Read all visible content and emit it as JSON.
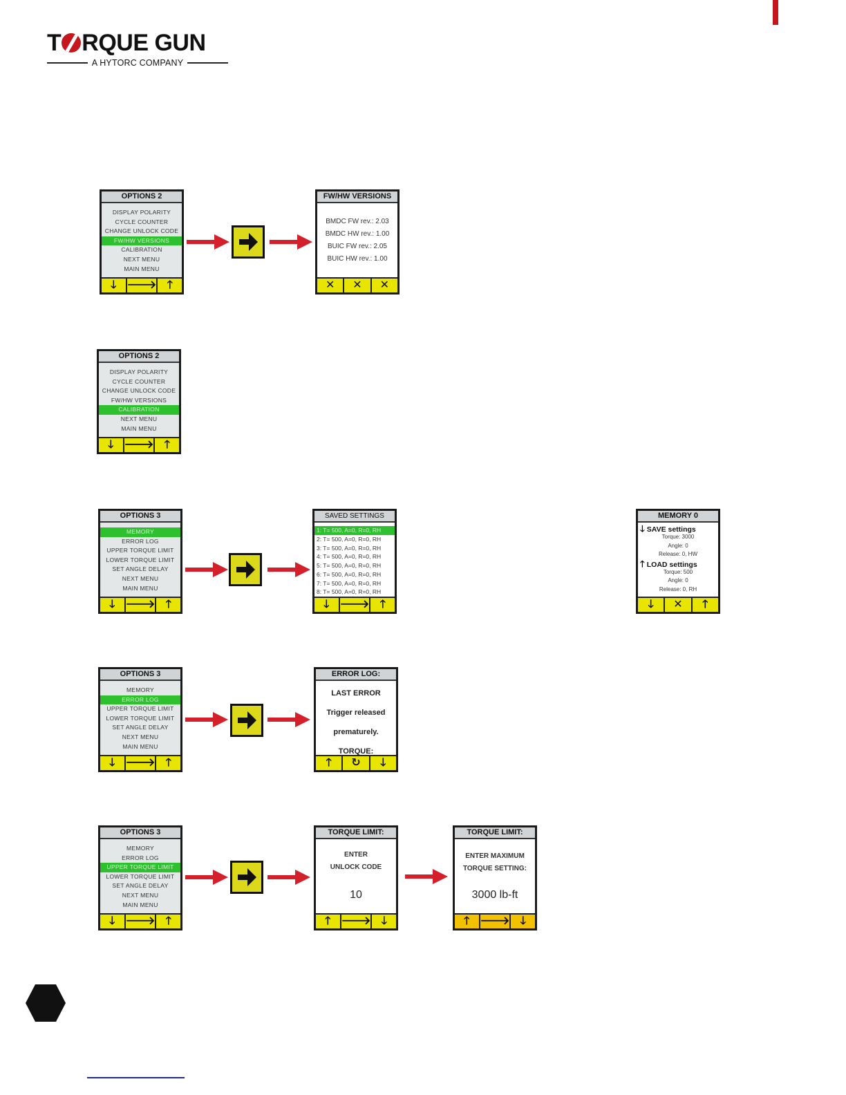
{
  "logo": {
    "word1_a": "T",
    "word1_b": "RQUE",
    "word2": "GUN",
    "tagline": "A HYTORC COMPANY"
  },
  "keys": {
    "down": "🡓",
    "right": "🡒",
    "up": "🡑",
    "x": "✕",
    "cycle": "↻"
  },
  "row1": {
    "left": {
      "title": "OPTIONS 2",
      "items": [
        "DISPLAY POLARITY",
        "CYCLE COUNTER",
        "CHANGE UNLOCK CODE",
        "FW/HW VERSIONS",
        "CALIBRATION",
        "NEXT MENU",
        "MAIN MENU"
      ],
      "selected": 3
    },
    "right": {
      "title": "FW/HW VERSIONS",
      "lines": [
        "BMDC FW rev.: 2.03",
        "BMDC HW rev.: 1.00",
        "BUIC FW rev.: 2.05",
        "BUIC HW rev.: 1.00"
      ]
    }
  },
  "row2": {
    "left": {
      "title": "OPTIONS 2",
      "items": [
        "DISPLAY POLARITY",
        "CYCLE COUNTER",
        "CHANGE UNLOCK CODE",
        "FW/HW VERSIONS",
        "CALIBRATION",
        "NEXT MENU",
        "MAIN MENU"
      ],
      "selected": 4
    }
  },
  "row3": {
    "left": {
      "title": "OPTIONS 3",
      "items": [
        "MEMORY",
        "ERROR LOG",
        "UPPER TORQUE LIMIT",
        "LOWER TORQUE LIMIT",
        "SET ANGLE DELAY",
        "NEXT MENU",
        "MAIN MENU"
      ],
      "selected": 0
    },
    "middle": {
      "title": "SAVED SETTINGS",
      "rows": [
        "1: T= 500, A=0, R=0, RH",
        "2: T= 500, A=0, R=0, RH",
        "3: T= 500, A=0, R=0, RH",
        "4: T= 500, A=0, R=0, RH",
        "5: T= 500, A=0, R=0, RH",
        "6: T= 500, A=0, R=0, RH",
        "7: T= 500, A=0, R=0, RH",
        "8: T= 500, A=0, R=0, RH"
      ]
    },
    "right": {
      "title": "MEMORY 0",
      "save_label": "SAVE settings",
      "save_lines": [
        "Torque: 3000",
        "Angle: 0",
        "Release: 0, HW"
      ],
      "load_label": "LOAD settings",
      "load_lines": [
        "Torque: 500",
        "Angle: 0",
        "Release: 0, RH"
      ]
    }
  },
  "row4": {
    "left": {
      "title": "OPTIONS 3",
      "items": [
        "MEMORY",
        "ERROR LOG",
        "UPPER TORQUE LIMIT",
        "LOWER TORQUE LIMIT",
        "SET ANGLE DELAY",
        "NEXT MENU",
        "MAIN MENU"
      ],
      "selected": 1
    },
    "right": {
      "title": "ERROR LOG:",
      "lines": [
        "LAST ERROR",
        "Trigger released",
        "prematurely.",
        "TORQUE:"
      ]
    }
  },
  "row5": {
    "left": {
      "title": "OPTIONS 3",
      "items": [
        "MEMORY",
        "ERROR LOG",
        "UPPER TORQUE LIMIT",
        "LOWER TORQUE LIMIT",
        "SET ANGLE DELAY",
        "NEXT MENU",
        "MAIN MENU"
      ],
      "selected": 2
    },
    "middle": {
      "title": "TORQUE LIMIT:",
      "lines": [
        "ENTER",
        "UNLOCK CODE"
      ],
      "value": "10"
    },
    "right": {
      "title": "TORQUE LIMIT:",
      "lines": [
        "ENTER MAXIMUM",
        "TORQUE SETTING:"
      ],
      "value": "3000 lb-ft"
    }
  },
  "colors": {
    "brand_red": "#c4161c",
    "screen_green": "#2fc02f",
    "key_yellow": "#e8e600"
  }
}
